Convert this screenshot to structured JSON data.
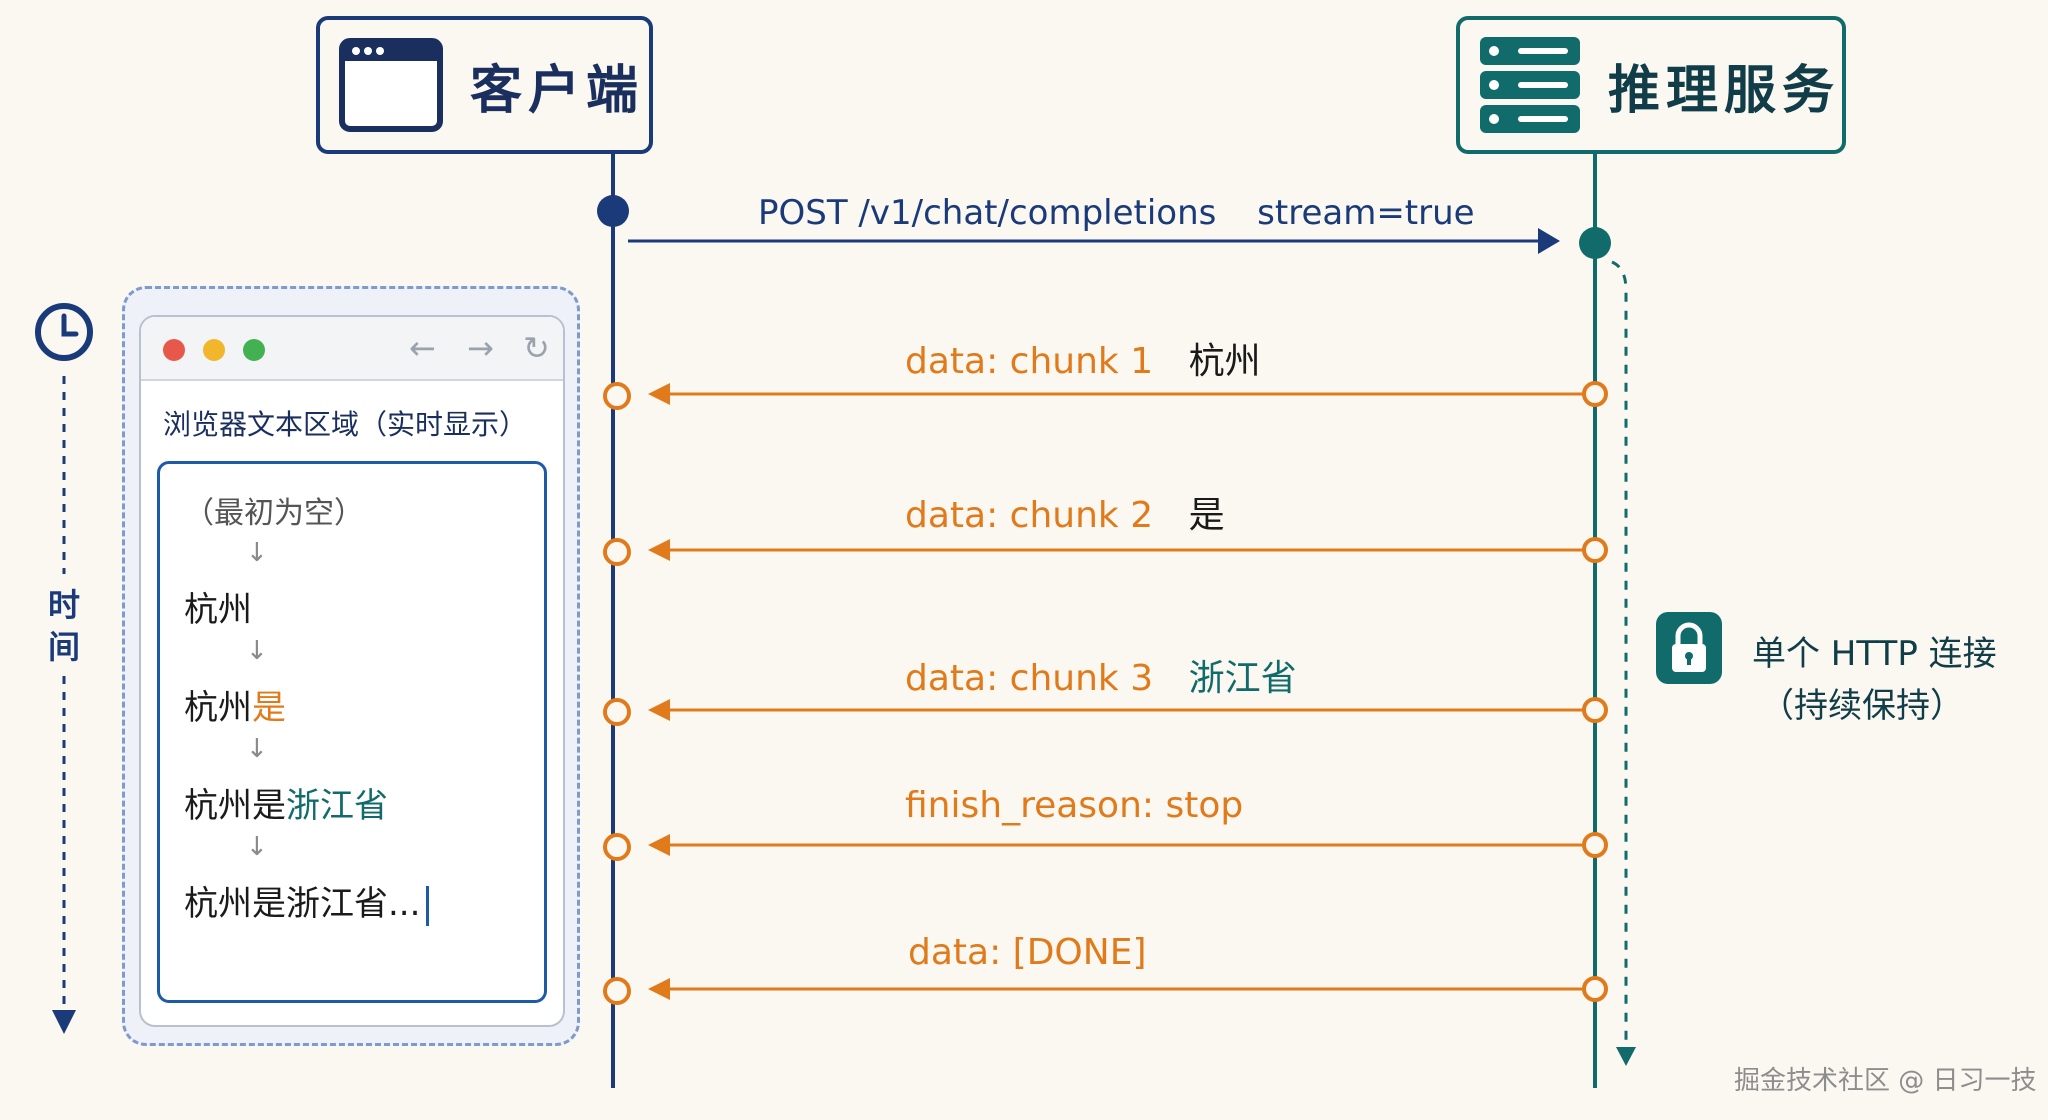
{
  "client": {
    "title": "客户端"
  },
  "server": {
    "title": "推理服务"
  },
  "request": {
    "label": "POST /v1/chat/completions",
    "param": "stream=true"
  },
  "messages": [
    {
      "label": "data: chunk 1",
      "content": "杭州"
    },
    {
      "label": "data: chunk 2",
      "content": "是"
    },
    {
      "label": "data: chunk 3",
      "content": "浙江省"
    },
    {
      "label": "finish_reason: stop",
      "content": ""
    },
    {
      "label": "data: [DONE]",
      "content": ""
    }
  ],
  "browser": {
    "caption": "浏览器文本区域（实时显示）",
    "nav": {
      "back": "←",
      "forward": "→",
      "reload": "↻"
    },
    "arrow": "↓",
    "placeholder": "（最初为空）",
    "lines": [
      {
        "base": "杭州",
        "highlight": ""
      },
      {
        "base": "杭州",
        "highlight": "是"
      },
      {
        "base": "杭州是",
        "highlight": "浙江省"
      },
      {
        "base": "杭州是浙江省...",
        "highlight": ""
      }
    ]
  },
  "time_label": "时间",
  "connection": {
    "line1": "单个 HTTP 连接",
    "line2": "（持续保持）"
  },
  "watermark": "掘金技术社区 @ 日习一技",
  "colors": {
    "navy": "#1a3a7a",
    "teal": "#126b6b",
    "orange": "#e07a1b",
    "background": "#fbf8f1"
  },
  "icons": {
    "client": "browser-window-icon",
    "server": "server-stack-icon",
    "time": "clock-icon",
    "connection": "lock-icon"
  }
}
